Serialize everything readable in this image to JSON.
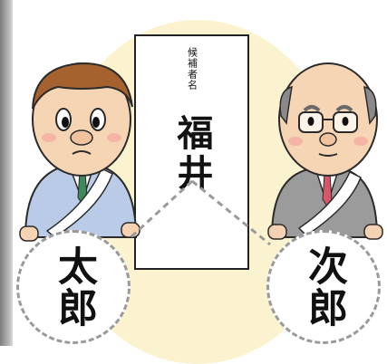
{
  "ballot": {
    "label": "候補者名",
    "written_name": "福井"
  },
  "candidates": [
    {
      "name": "太郎"
    },
    {
      "name": "次郎"
    }
  ],
  "colors": {
    "halo": "#fbf3cf",
    "dashed_line": "#9a9a9a",
    "suit_left": "#b9cbe6",
    "suit_right": "#9b9b9b",
    "sash": "#ffffff"
  }
}
